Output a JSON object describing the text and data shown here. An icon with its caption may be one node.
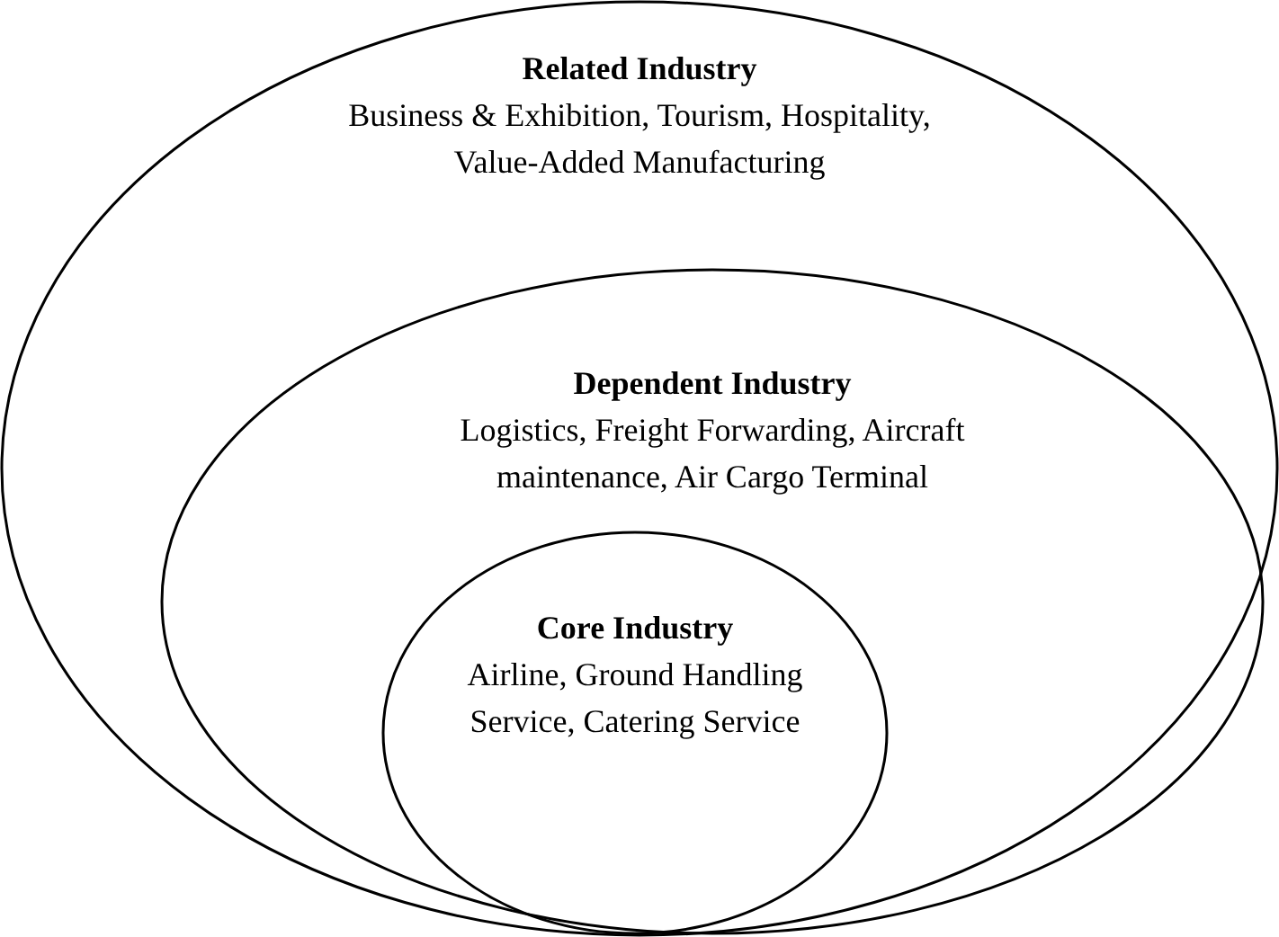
{
  "diagram": {
    "nodes": [
      {
        "text": [
          "Related Industry",
          "Business & Exhibition, Tourism, Hospitality, Value-Added Manufacturing"
        ]
      },
      {
        "text": [
          "Dependent Industry",
          "Logistics, Freight Forwarding, Aircraft maintenance, Air Cargo Terminal"
        ],
        "in": 0
      },
      {
        "text": [
          "Core Industry",
          "Airline, Ground Handling Service, Catering Service"
        ],
        "in": 1
      }
    ]
  }
}
